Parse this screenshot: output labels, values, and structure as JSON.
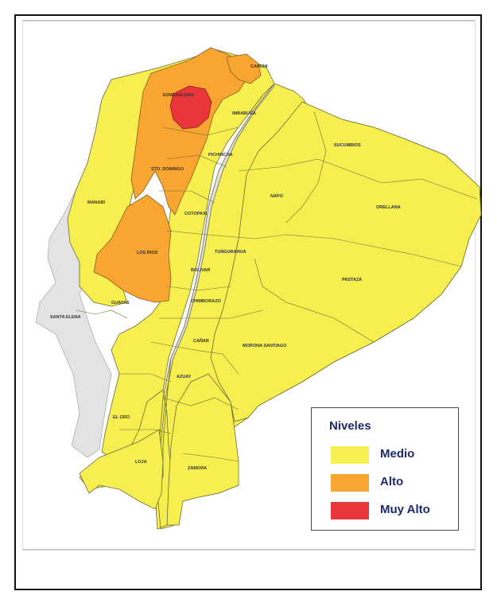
{
  "legend": {
    "title": "Niveles",
    "items": [
      {
        "label": "Medio",
        "color": "#f6ef4f"
      },
      {
        "label": "Alto",
        "color": "#f8a631"
      },
      {
        "label": "Muy Alto",
        "color": "#e8363b"
      }
    ]
  },
  "colors": {
    "medio": "#f6ef4f",
    "alto": "#f8a631",
    "muy_alto": "#e8363b",
    "no_data": "#e3e3e3",
    "border": "#6b6b3a"
  },
  "province_labels": [
    "ESMERALDAS",
    "CARCHI",
    "IMBABURA",
    "PICHINCHA",
    "STO. DOMINGO",
    "SUCUMBIOS",
    "NAPO",
    "ORELLANA",
    "MANABI",
    "COTOPAXI",
    "LOS RIOS",
    "TUNGURAHUA",
    "BOLIVAR",
    "PASTAZA",
    "SANTA ELENA",
    "GUAYAS",
    "CHIMBORAZO",
    "CAÑAR",
    "MORONA SANTIAGO",
    "AZUAY",
    "EL ORO",
    "LOJA",
    "ZAMORA"
  ]
}
